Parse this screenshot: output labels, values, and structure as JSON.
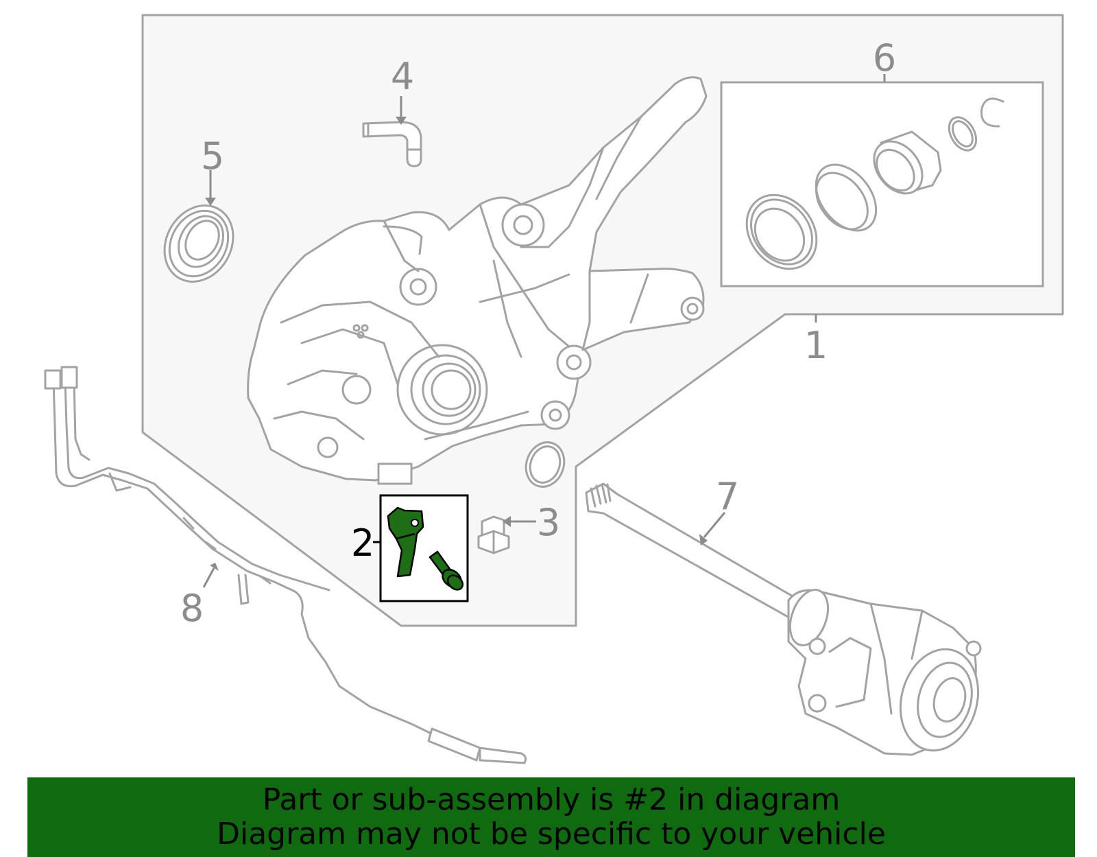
{
  "callouts": {
    "n1": "1",
    "n2": "2",
    "n3": "3",
    "n4": "4",
    "n5": "5",
    "n6": "6",
    "n7": "7",
    "n8": "8"
  },
  "highlighted_part": "2",
  "colors": {
    "highlight": "#1d6e14",
    "banner": "#0f6a10",
    "outline": "#a3a3a3",
    "callout_gray": "#8c8c8c"
  },
  "banner": {
    "line1": "Part or sub-assembly is #2 in diagram",
    "line2": "Diagram may not be specific to your vehicle"
  }
}
